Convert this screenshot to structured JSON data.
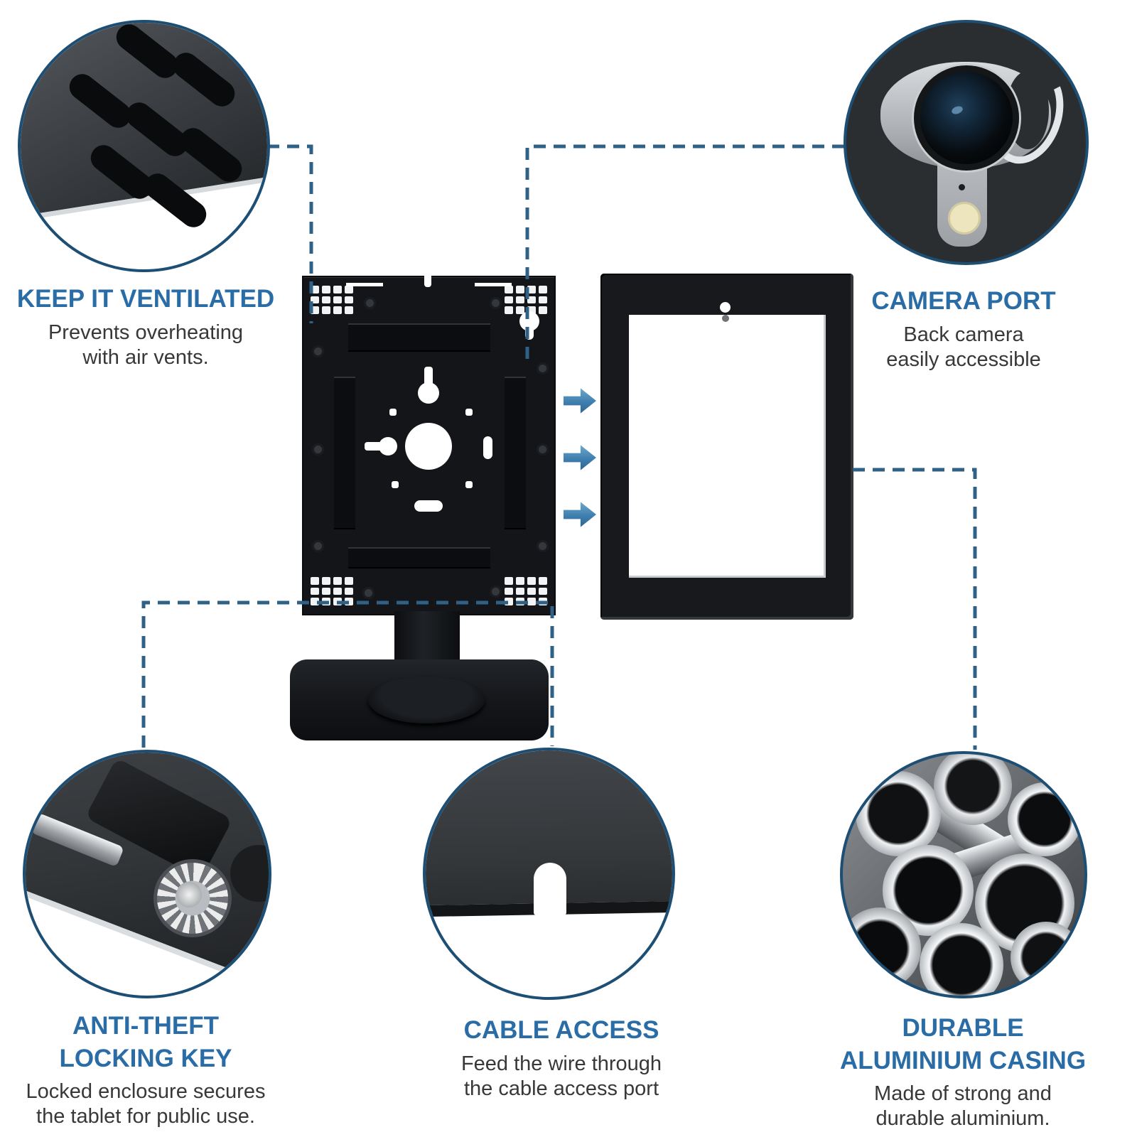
{
  "colors": {
    "heading_blue": "#2a6ca5",
    "body_text": "#383838",
    "circle_ring": "#1d4e74",
    "connector_blue": "#2f6187",
    "arrow_blue": "#3f7fae",
    "product_black": "#131519"
  },
  "features": [
    {
      "id": "ventilation",
      "title": "KEEP IT VENTILATED",
      "description": "Prevents overheating\nwith air vents.",
      "icon": "air-vents-photo"
    },
    {
      "id": "camera-port",
      "title": "CAMERA PORT",
      "description": "Back camera\neasily accessible",
      "icon": "back-camera-photo"
    },
    {
      "id": "anti-theft",
      "title": "ANTI-THEFT\nLOCKING KEY",
      "description": "Locked enclosure secures\nthe tablet for public use.",
      "icon": "locking-key-photo"
    },
    {
      "id": "cable-access",
      "title": "CABLE ACCESS",
      "description": "Feed the wire through\nthe cable access port",
      "icon": "cable-port-photo"
    },
    {
      "id": "aluminium-casing",
      "title": "DURABLE\nALUMINIUM CASING",
      "description": "Made of strong and\ndurable aluminium.",
      "icon": "aluminium-tubes-photo"
    }
  ]
}
